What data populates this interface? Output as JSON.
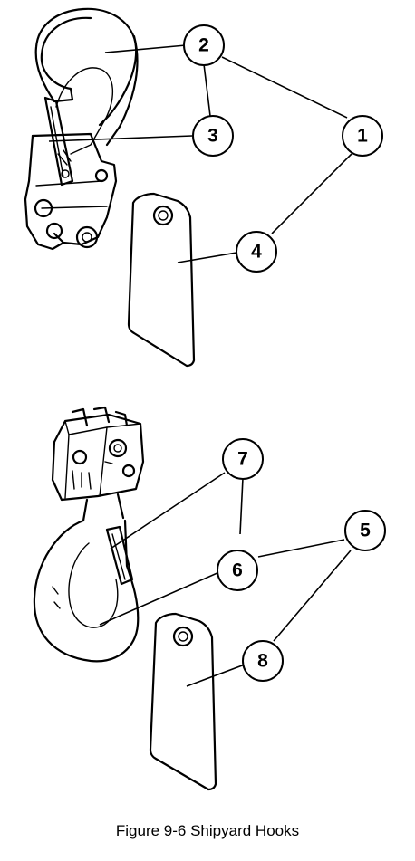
{
  "figure": {
    "caption": "Figure 9-6  Shipyard Hooks",
    "callouts": [
      {
        "label": "1"
      },
      {
        "label": "2"
      },
      {
        "label": "3"
      },
      {
        "label": "4"
      },
      {
        "label": "5"
      },
      {
        "label": "6"
      },
      {
        "label": "7"
      },
      {
        "label": "8"
      }
    ],
    "icons": [
      "shipyard-hook-upper",
      "shipyard-hook-lower",
      "tag-upper",
      "tag-lower"
    ]
  }
}
